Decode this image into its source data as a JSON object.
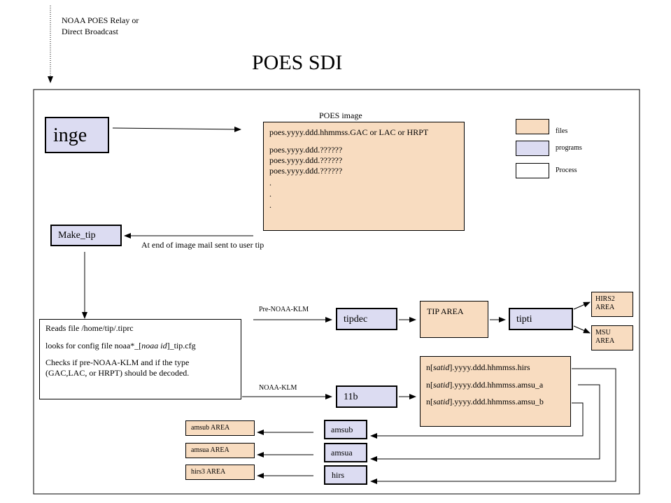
{
  "top_note": {
    "line1": "NOAA POES Relay or",
    "line2": "Direct Broadcast"
  },
  "title": "POES SDI",
  "programs": {
    "inge": "inge",
    "make_tip": "Make_tip",
    "tipdec": "tipdec",
    "tipti": "tipti",
    "l1b": "11b",
    "amsub": "amsub",
    "amsua": "amsua",
    "hirs": "hirs"
  },
  "poes_image": {
    "label": "POES image",
    "lines": [
      "poes.yyyy.ddd.hhmmss.GAC or LAC or HRPT",
      "poes.yyyy.ddd.??????",
      "poes.yyyy.ddd.??????",
      "poes.yyyy.ddd.??????",
      ".",
      ".",
      "."
    ]
  },
  "legend": {
    "files": "files",
    "programs": "programs",
    "process": "Process"
  },
  "mail_note": "At end of image mail sent to user tip",
  "process_box": {
    "line1": "Reads file /home/tip/.tiprc",
    "line2_pre": "looks for config file noaa*_[",
    "line2_ital": "noaa id",
    "line2_post": "]_tip.cfg",
    "line3": "Checks if pre-NOAA-KLM and if the type",
    "line4": "(GAC,LAC, or HRPT) should be decoded."
  },
  "labels": {
    "pre_klm": "Pre-NOAA-KLM",
    "klm": "NOAA-KLM"
  },
  "tip_area": "TIP AREA",
  "hirs2_area": {
    "line1": "HIRS2",
    "line2": "AREA"
  },
  "msu_area": {
    "line1": "MSU",
    "line2": "AREA"
  },
  "satid_files": {
    "prefix": "n[",
    "ital": "satid",
    "suffixes": [
      "].yyyy.ddd.hhmmss.hirs",
      "].yyyy.ddd.hhmmss.amsu_a",
      "].yyyy.ddd.hhmmss.amsu_b"
    ]
  },
  "outputs": {
    "amsub_area": "amsub AREA",
    "amsua_area": "amsua AREA",
    "hirs3_area": "hirs3 AREA"
  }
}
